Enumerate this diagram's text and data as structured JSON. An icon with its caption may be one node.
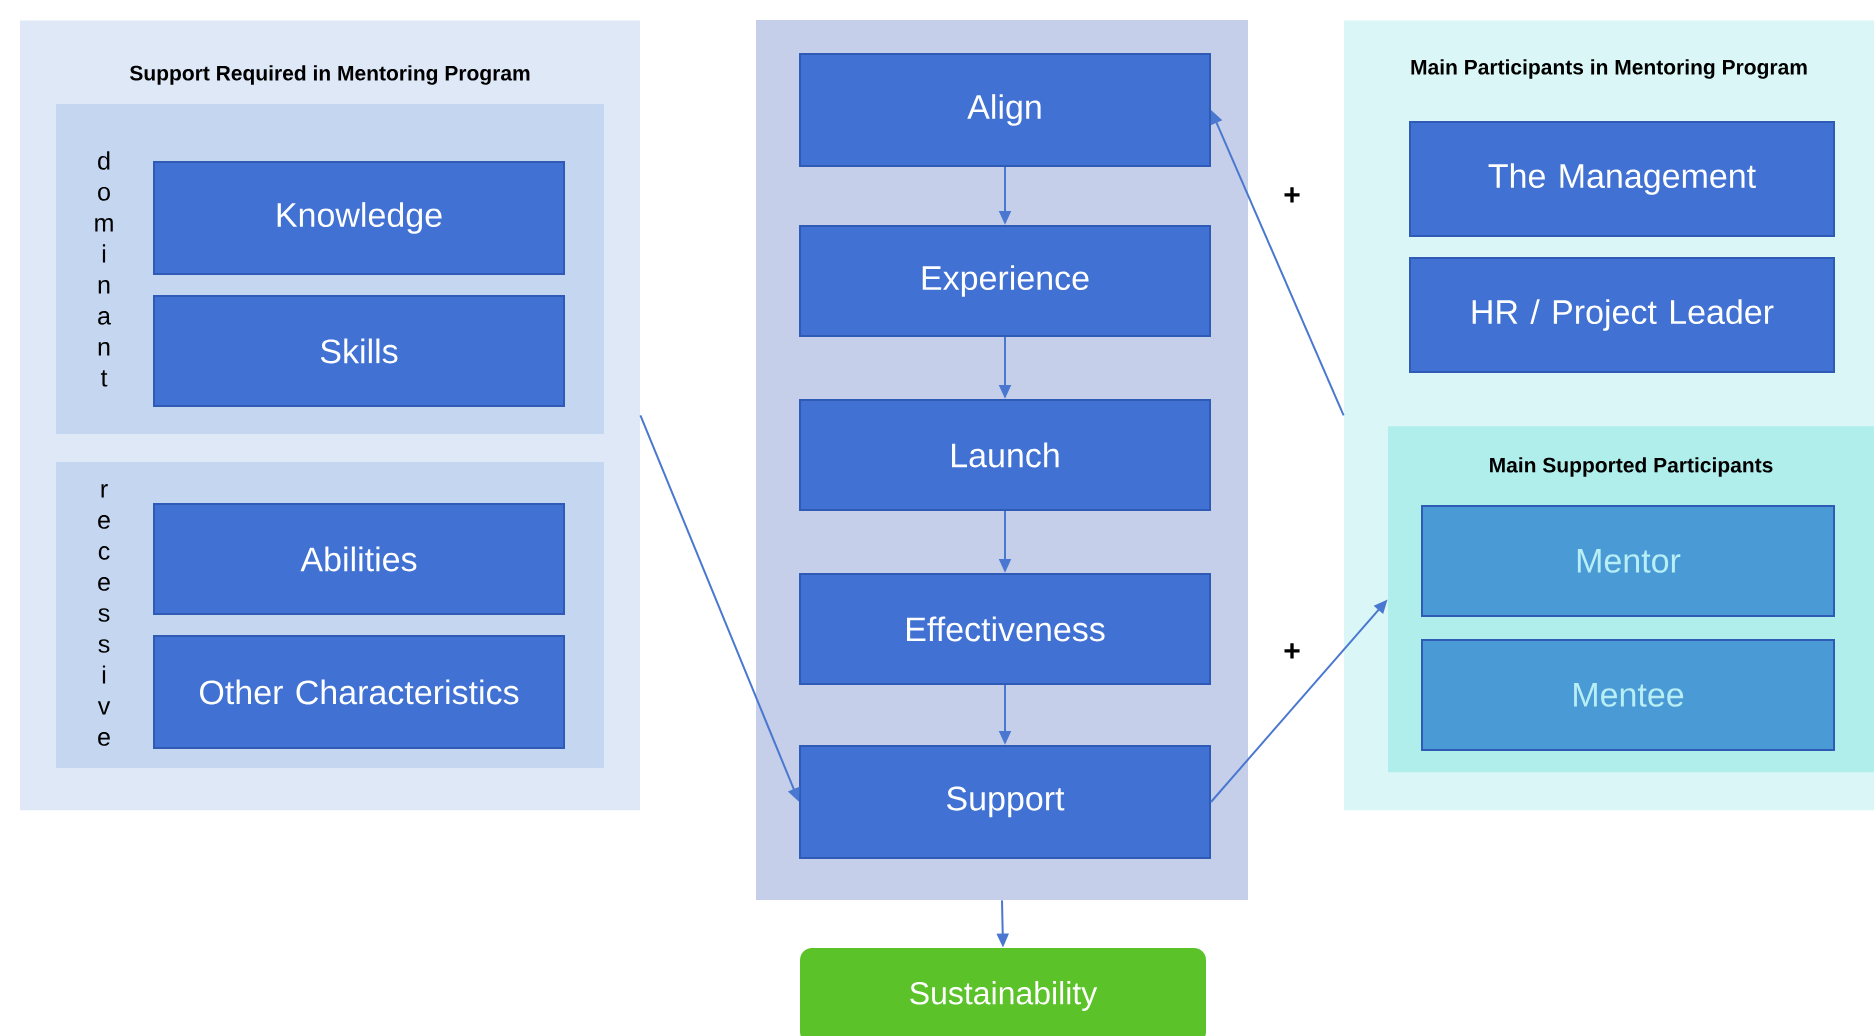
{
  "diagram": {
    "nodes": [
      {
        "text": [
          "Support Required in Mentoring Program"
        ]
      },
      {
        "text": [
          "dominant"
        ],
        "in": 0
      },
      {
        "text": [
          "Knowledge"
        ],
        "in": 1
      },
      {
        "text": [
          "Skills"
        ],
        "in": 1
      },
      {
        "text": [
          "recessive"
        ],
        "in": 0
      },
      {
        "text": [
          "Abilities"
        ],
        "in": 4
      },
      {
        "text": [
          "Other Characteristics"
        ],
        "in": 4
      },
      {
        "text": [],
        "shape": "box"
      },
      {
        "text": [
          "Align"
        ],
        "in": 7
      },
      {
        "text": [
          "Experience"
        ],
        "in": 7
      },
      {
        "text": [
          "Launch"
        ],
        "in": 7
      },
      {
        "text": [
          "Effectiveness"
        ],
        "in": 7
      },
      {
        "text": [
          "Support"
        ],
        "in": 7
      },
      {
        "text": [
          "Sustainability"
        ]
      },
      {
        "text": [
          "Main Participants in Mentoring Program"
        ]
      },
      {
        "text": [
          "The Management"
        ],
        "in": 14
      },
      {
        "text": [
          "HR / Project Leader"
        ],
        "in": 14
      },
      {
        "text": [
          "Main Supported Participants"
        ],
        "in": 14
      },
      {
        "text": [
          "Mentor"
        ],
        "in": 17
      },
      {
        "text": [
          "Mentee"
        ],
        "in": 17
      }
    ],
    "edges": [
      {
        "from": 8,
        "to": 9,
        "arrow": "to"
      },
      {
        "from": 9,
        "to": 10,
        "arrow": "to"
      },
      {
        "from": 10,
        "to": 11,
        "arrow": "to"
      },
      {
        "from": 11,
        "to": 12,
        "arrow": "to"
      },
      {
        "from": 7,
        "to": 13,
        "arrow": "to"
      },
      {
        "from": 0,
        "to": 12,
        "arrow": "to"
      },
      {
        "from": 12,
        "to": 17,
        "arrow": "to",
        "label": "+"
      },
      {
        "from": 14,
        "to": 8,
        "arrow": "to",
        "label": "+"
      }
    ]
  }
}
